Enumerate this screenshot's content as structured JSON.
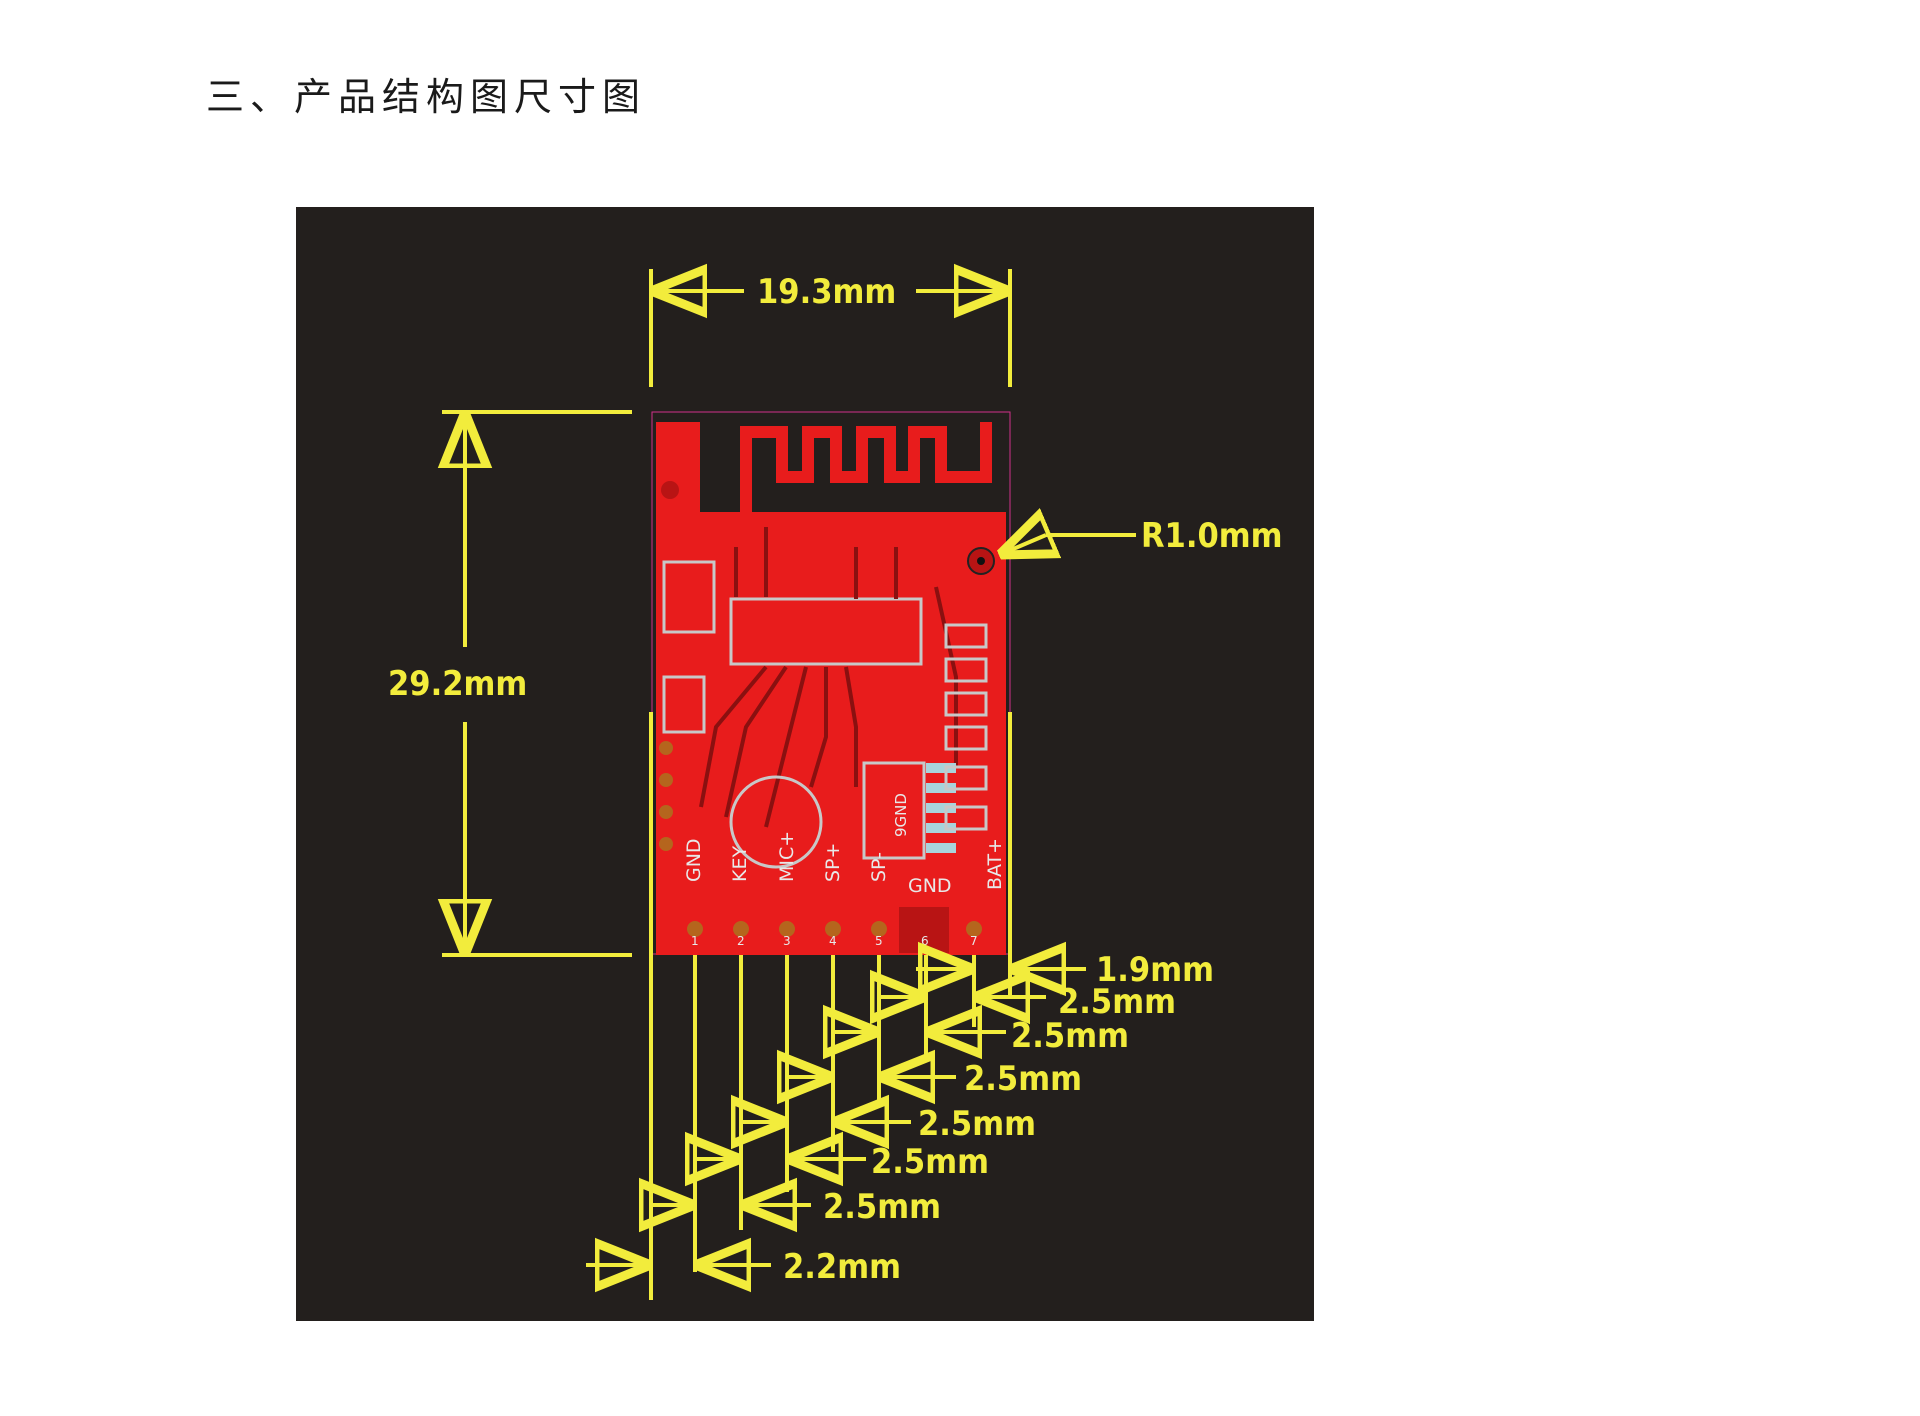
{
  "heading": "三、产品结构图尺寸图",
  "dimensions": {
    "width": "19.3mm",
    "height": "29.2mm",
    "radius": "R1.0mm",
    "pitch_right": [
      "1.9mm",
      "2.5mm",
      "2.5mm",
      "2.5mm",
      "2.5mm",
      "2.5mm",
      "2.5mm",
      "2.2mm"
    ]
  },
  "pins": [
    {
      "label": "GND",
      "num": "1"
    },
    {
      "label": "KEY",
      "num": "2"
    },
    {
      "label": "MIC+",
      "num": "3"
    },
    {
      "label": "SP+",
      "num": "4"
    },
    {
      "label": "SP-",
      "num": "5"
    },
    {
      "label": "GND",
      "num": "6"
    },
    {
      "label": "BAT+",
      "num": "7"
    }
  ],
  "chip_label": "9GND",
  "colors": {
    "background": "#231f1d",
    "board": "#e81c1c",
    "dimension": "#f2ec3c",
    "silkscreen": "#c8c8c8",
    "pad": "#a8d4dc"
  }
}
